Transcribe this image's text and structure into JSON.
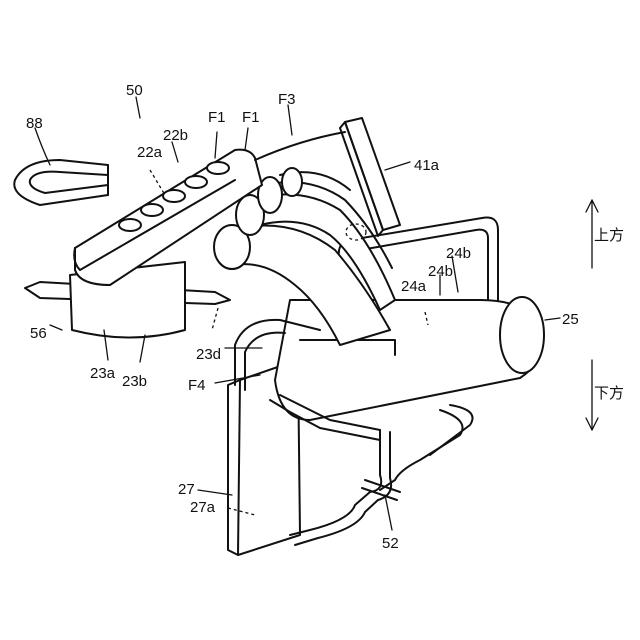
{
  "labels": {
    "l50": "50",
    "l88": "88",
    "l22a": "22a",
    "l22b": "22b",
    "lF1a": "F1",
    "lF1b": "F1",
    "lF3": "F3",
    "l41a": "41a",
    "l24b_1": "24b",
    "l24b_2": "24b",
    "l24a": "24a",
    "l25": "25",
    "l56": "56",
    "l23d": "23d",
    "l23a": "23a",
    "l23b": "23b",
    "lF4": "F4",
    "l27": "27",
    "l27a": "27a",
    "l52": "52"
  },
  "directions": {
    "up": "上方",
    "down": "下方"
  }
}
